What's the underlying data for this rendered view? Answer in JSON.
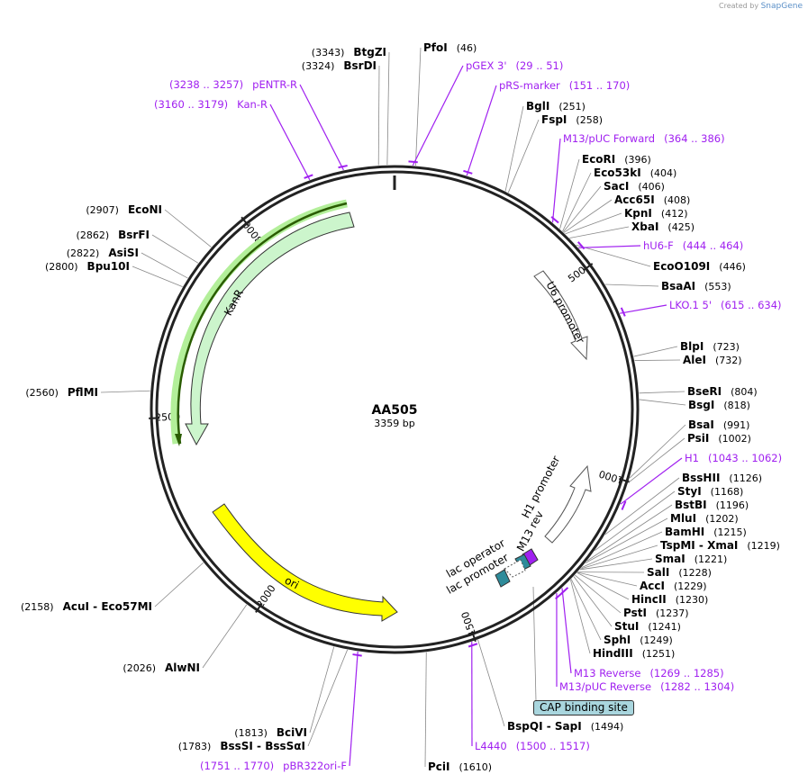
{
  "credit": {
    "prefix": "Created by",
    "brand": "SnapGene"
  },
  "plasmid": {
    "name": "AA505",
    "size": "3359 bp",
    "total": 3359
  },
  "ticks": [
    "500",
    "1000",
    "1500",
    "2000",
    "2500",
    "3000"
  ],
  "enzymes": [
    {
      "name": "BtgZI",
      "pos": "(3343)"
    },
    {
      "name": "BsrDI",
      "pos": "(3324)"
    },
    {
      "name": "PfoI",
      "pos": "(46)"
    },
    {
      "name": "BglI",
      "pos": "(251)"
    },
    {
      "name": "FspI",
      "pos": "(258)"
    },
    {
      "name": "EcoRI",
      "pos": "(396)"
    },
    {
      "name": "Eco53kI",
      "pos": "(404)"
    },
    {
      "name": "SacI",
      "pos": "(406)"
    },
    {
      "name": "Acc65I",
      "pos": "(408)"
    },
    {
      "name": "KpnI",
      "pos": "(412)"
    },
    {
      "name": "XbaI",
      "pos": "(425)"
    },
    {
      "name": "EcoO109I",
      "pos": "(446)"
    },
    {
      "name": "BsaAI",
      "pos": "(553)"
    },
    {
      "name": "BlpI",
      "pos": "(723)"
    },
    {
      "name": "AleI",
      "pos": "(732)"
    },
    {
      "name": "BseRI",
      "pos": "(804)"
    },
    {
      "name": "BsgI",
      "pos": "(818)"
    },
    {
      "name": "BsaI",
      "pos": "(991)"
    },
    {
      "name": "PsiI",
      "pos": "(1002)"
    },
    {
      "name": "BssHII",
      "pos": "(1126)"
    },
    {
      "name": "StyI",
      "pos": "(1168)"
    },
    {
      "name": "BstBI",
      "pos": "(1196)"
    },
    {
      "name": "MluI",
      "pos": "(1202)"
    },
    {
      "name": "BamHI",
      "pos": "(1215)"
    },
    {
      "name": "TspMI - XmaI",
      "pos": "(1219)"
    },
    {
      "name": "SmaI",
      "pos": "(1221)"
    },
    {
      "name": "SalI",
      "pos": "(1228)"
    },
    {
      "name": "AccI",
      "pos": "(1229)"
    },
    {
      "name": "HincII",
      "pos": "(1230)"
    },
    {
      "name": "PstI",
      "pos": "(1237)"
    },
    {
      "name": "StuI",
      "pos": "(1241)"
    },
    {
      "name": "SphI",
      "pos": "(1249)"
    },
    {
      "name": "HindIII",
      "pos": "(1251)"
    },
    {
      "name": "BspQI - SapI",
      "pos": "(1494)"
    },
    {
      "name": "PciI",
      "pos": "(1610)"
    },
    {
      "name": "BciVI",
      "pos": "(1813)"
    },
    {
      "name": "BssSI - BssSαI",
      "pos": "(1783)"
    },
    {
      "name": "AlwNI",
      "pos": "(2026)"
    },
    {
      "name": "AcuI - Eco57MI",
      "pos": "(2158)"
    },
    {
      "name": "PflMI",
      "pos": "(2560)"
    },
    {
      "name": "Bpu10I",
      "pos": "(2800)"
    },
    {
      "name": "AsiSI",
      "pos": "(2822)"
    },
    {
      "name": "BsrFI",
      "pos": "(2862)"
    },
    {
      "name": "EcoNI",
      "pos": "(2907)"
    }
  ],
  "primers": [
    {
      "name": "pGEX 3'",
      "range": "(29 .. 51)"
    },
    {
      "name": "pRS-marker",
      "range": "(151 .. 170)"
    },
    {
      "name": "M13/pUC Forward",
      "range": "(364 .. 386)"
    },
    {
      "name": "hU6-F",
      "range": "(444 .. 464)"
    },
    {
      "name": "LKO.1 5'",
      "range": "(615 .. 634)"
    },
    {
      "name": "H1",
      "range": "(1043 .. 1062)"
    },
    {
      "name": "M13 Reverse",
      "range": "(1269 .. 1285)"
    },
    {
      "name": "M13/pUC Reverse",
      "range": "(1282 .. 1304)"
    },
    {
      "name": "L4440",
      "range": "(1500 .. 1517)"
    },
    {
      "name": "pBR322ori-F",
      "range": "(1751 .. 1770)"
    },
    {
      "name": "Kan-R",
      "range": "(3160 .. 3179)"
    },
    {
      "name": "pENTR-R",
      "range": "(3238 .. 3257)"
    }
  ],
  "features": {
    "u6": "U6 promoter",
    "h1": "H1 promoter",
    "m13rev": "M13 rev",
    "lacop": "lac operator",
    "lacprom": "lac promoter",
    "cap": "CAP binding site",
    "kanr": "KanR",
    "ori": "ori"
  },
  "colors": {
    "primer": "#a020f0",
    "kanr": "#ccf5cc",
    "ori": "#ffff00",
    "outline": "#222222",
    "lacop": "#2e8b9a",
    "m13": "#a020f0"
  }
}
